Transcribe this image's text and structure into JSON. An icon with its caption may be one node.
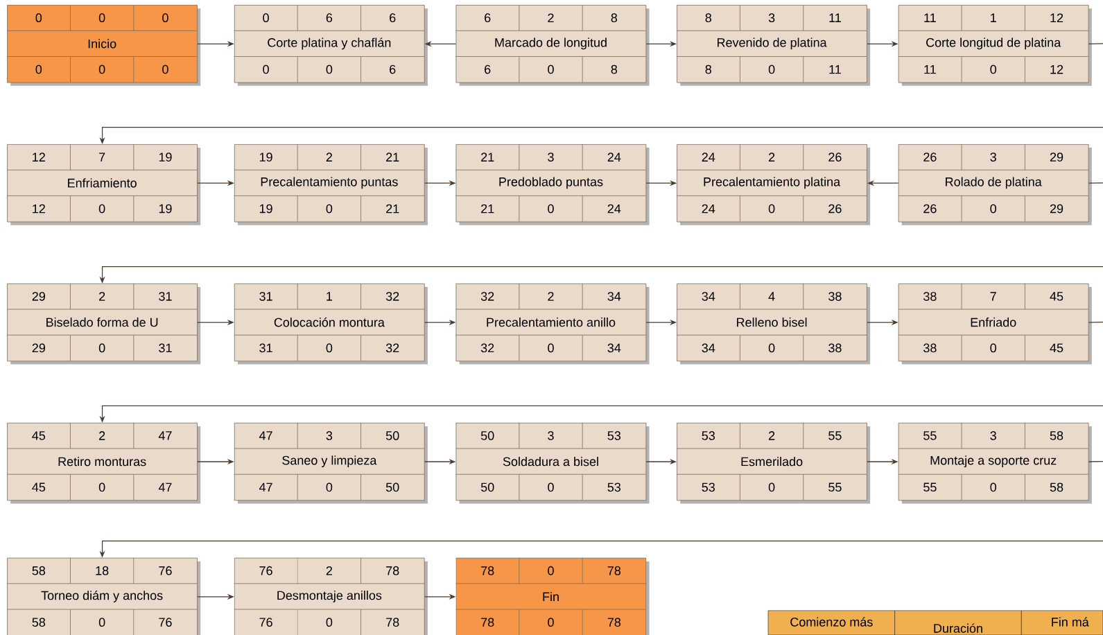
{
  "diagram": {
    "nodes": [
      {
        "text": [
          "0",
          "0",
          "0",
          "Inicio",
          "0",
          "0",
          "0"
        ]
      },
      {
        "text": [
          "0",
          "6",
          "6",
          "Corte platina y chaflán",
          "0",
          "0",
          "6"
        ]
      },
      {
        "text": [
          "6",
          "2",
          "8",
          "Marcado de longitud",
          "6",
          "0",
          "8"
        ]
      },
      {
        "text": [
          "8",
          "3",
          "11",
          "Revenido de platina",
          "8",
          "0",
          "11"
        ]
      },
      {
        "text": [
          "11",
          "1",
          "12",
          "Corte longitud de platina",
          "11",
          "0",
          "12"
        ]
      },
      {
        "text": [
          "12",
          "7",
          "19",
          "Enfriamiento",
          "12",
          "0",
          "19"
        ]
      },
      {
        "text": [
          "19",
          "2",
          "21",
          "Precalentamiento puntas",
          "19",
          "0",
          "21"
        ]
      },
      {
        "text": [
          "21",
          "3",
          "24",
          "Predoblado puntas",
          "21",
          "0",
          "24"
        ]
      },
      {
        "text": [
          "24",
          "2",
          "26",
          "Precalentamiento platina",
          "24",
          "0",
          "26"
        ]
      },
      {
        "text": [
          "26",
          "3",
          "29",
          "Rolado de platina",
          "26",
          "0",
          "29"
        ]
      },
      {
        "text": [
          "29",
          "2",
          "31",
          "Biselado forma de U",
          "29",
          "0",
          "31"
        ]
      },
      {
        "text": [
          "31",
          "1",
          "32",
          "Colocación montura",
          "31",
          "0",
          "32"
        ]
      },
      {
        "text": [
          "32",
          "2",
          "34",
          "Precalentamiento anillo",
          "32",
          "0",
          "34"
        ]
      },
      {
        "text": [
          "34",
          "4",
          "38",
          "Relleno bisel",
          "34",
          "0",
          "38"
        ]
      },
      {
        "text": [
          "38",
          "7",
          "45",
          "Enfriado",
          "38",
          "0",
          "45"
        ]
      },
      {
        "text": [
          "45",
          "2",
          "47",
          "Retiro monturas",
          "45",
          "0",
          "47"
        ]
      },
      {
        "text": [
          "47",
          "3",
          "50",
          "Saneo y limpieza",
          "47",
          "0",
          "50"
        ]
      },
      {
        "text": [
          "50",
          "3",
          "53",
          "Soldadura a bisel",
          "50",
          "0",
          "53"
        ]
      },
      {
        "text": [
          "53",
          "2",
          "55",
          "Esmerilado",
          "53",
          "0",
          "55"
        ]
      },
      {
        "text": [
          "55",
          "3",
          "58",
          "Montaje a soporte cruz",
          "55",
          "0",
          "58"
        ]
      },
      {
        "text": [
          "58",
          "18",
          "76",
          "Torneo diám y anchos",
          "58",
          "0",
          "76"
        ]
      },
      {
        "text": [
          "76",
          "2",
          "78",
          "Desmontaje anillos",
          "76",
          "0",
          "78"
        ]
      },
      {
        "text": [
          "78",
          "0",
          "78",
          "Fin",
          "78",
          "0",
          "78"
        ]
      }
    ],
    "edges": [
      {
        "from": 0,
        "to": 1,
        "arrow": "to"
      },
      {
        "from": 2,
        "to": 1,
        "arrow": "to"
      },
      {
        "from": 2,
        "to": 3,
        "arrow": "to"
      },
      {
        "from": 3,
        "to": 4,
        "arrow": "to"
      },
      {
        "from": 4,
        "to": null,
        "arrow": "none"
      },
      {
        "from": null,
        "to": 5,
        "arrow": "to"
      },
      {
        "from": 5,
        "to": 6,
        "arrow": "to"
      },
      {
        "from": 6,
        "to": 7,
        "arrow": "to"
      },
      {
        "from": 7,
        "to": 8,
        "arrow": "to"
      },
      {
        "from": 9,
        "to": 8,
        "arrow": "to"
      },
      {
        "from": 9,
        "to": null,
        "arrow": "none"
      },
      {
        "from": null,
        "to": 10,
        "arrow": "to"
      },
      {
        "from": 10,
        "to": 11,
        "arrow": "to"
      },
      {
        "from": 11,
        "to": 12,
        "arrow": "to"
      },
      {
        "from": 12,
        "to": 13,
        "arrow": "to"
      },
      {
        "from": 13,
        "to": 14,
        "arrow": "to"
      },
      {
        "from": 14,
        "to": null,
        "arrow": "none"
      },
      {
        "from": null,
        "to": 15,
        "arrow": "to"
      },
      {
        "from": 15,
        "to": 16,
        "arrow": "to"
      },
      {
        "from": 16,
        "to": 17,
        "arrow": "to"
      },
      {
        "from": 17,
        "to": 18,
        "arrow": "to"
      },
      {
        "from": 18,
        "to": 19,
        "arrow": "to"
      },
      {
        "from": 19,
        "to": null,
        "arrow": "none"
      },
      {
        "from": null,
        "to": 20,
        "arrow": "to"
      },
      {
        "from": 20,
        "to": 21,
        "arrow": "to"
      },
      {
        "from": 21,
        "to": 22,
        "arrow": "to"
      }
    ],
    "labels": [
      "Comienzo más",
      "Duración",
      "Fin má"
    ]
  }
}
